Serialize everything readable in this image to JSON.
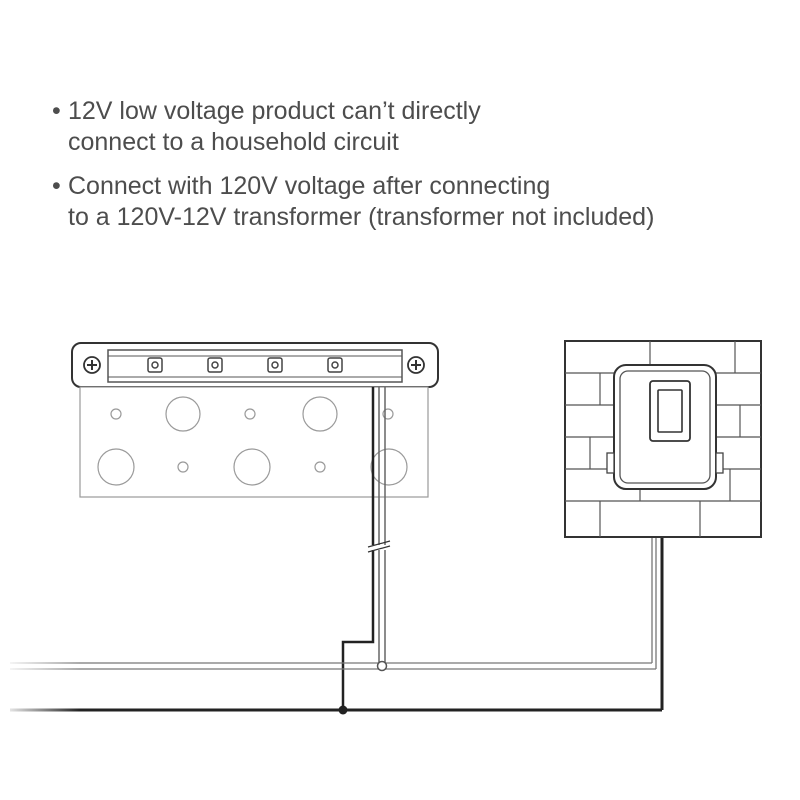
{
  "notes": [
    {
      "bullet": "•",
      "lines": [
        "12V low voltage product can’t directly",
        "connect to a household circuit"
      ]
    },
    {
      "bullet": "•",
      "lines": [
        "Connect with 120V voltage after connecting",
        "to a 120V-12V transformer (transformer not included)"
      ]
    }
  ],
  "diagram": {
    "stroke_color": "#333333",
    "light_stroke_color": "#555555",
    "fixture_fill": "#ffffff",
    "screw_icon": "phillips-screw-icon"
  }
}
